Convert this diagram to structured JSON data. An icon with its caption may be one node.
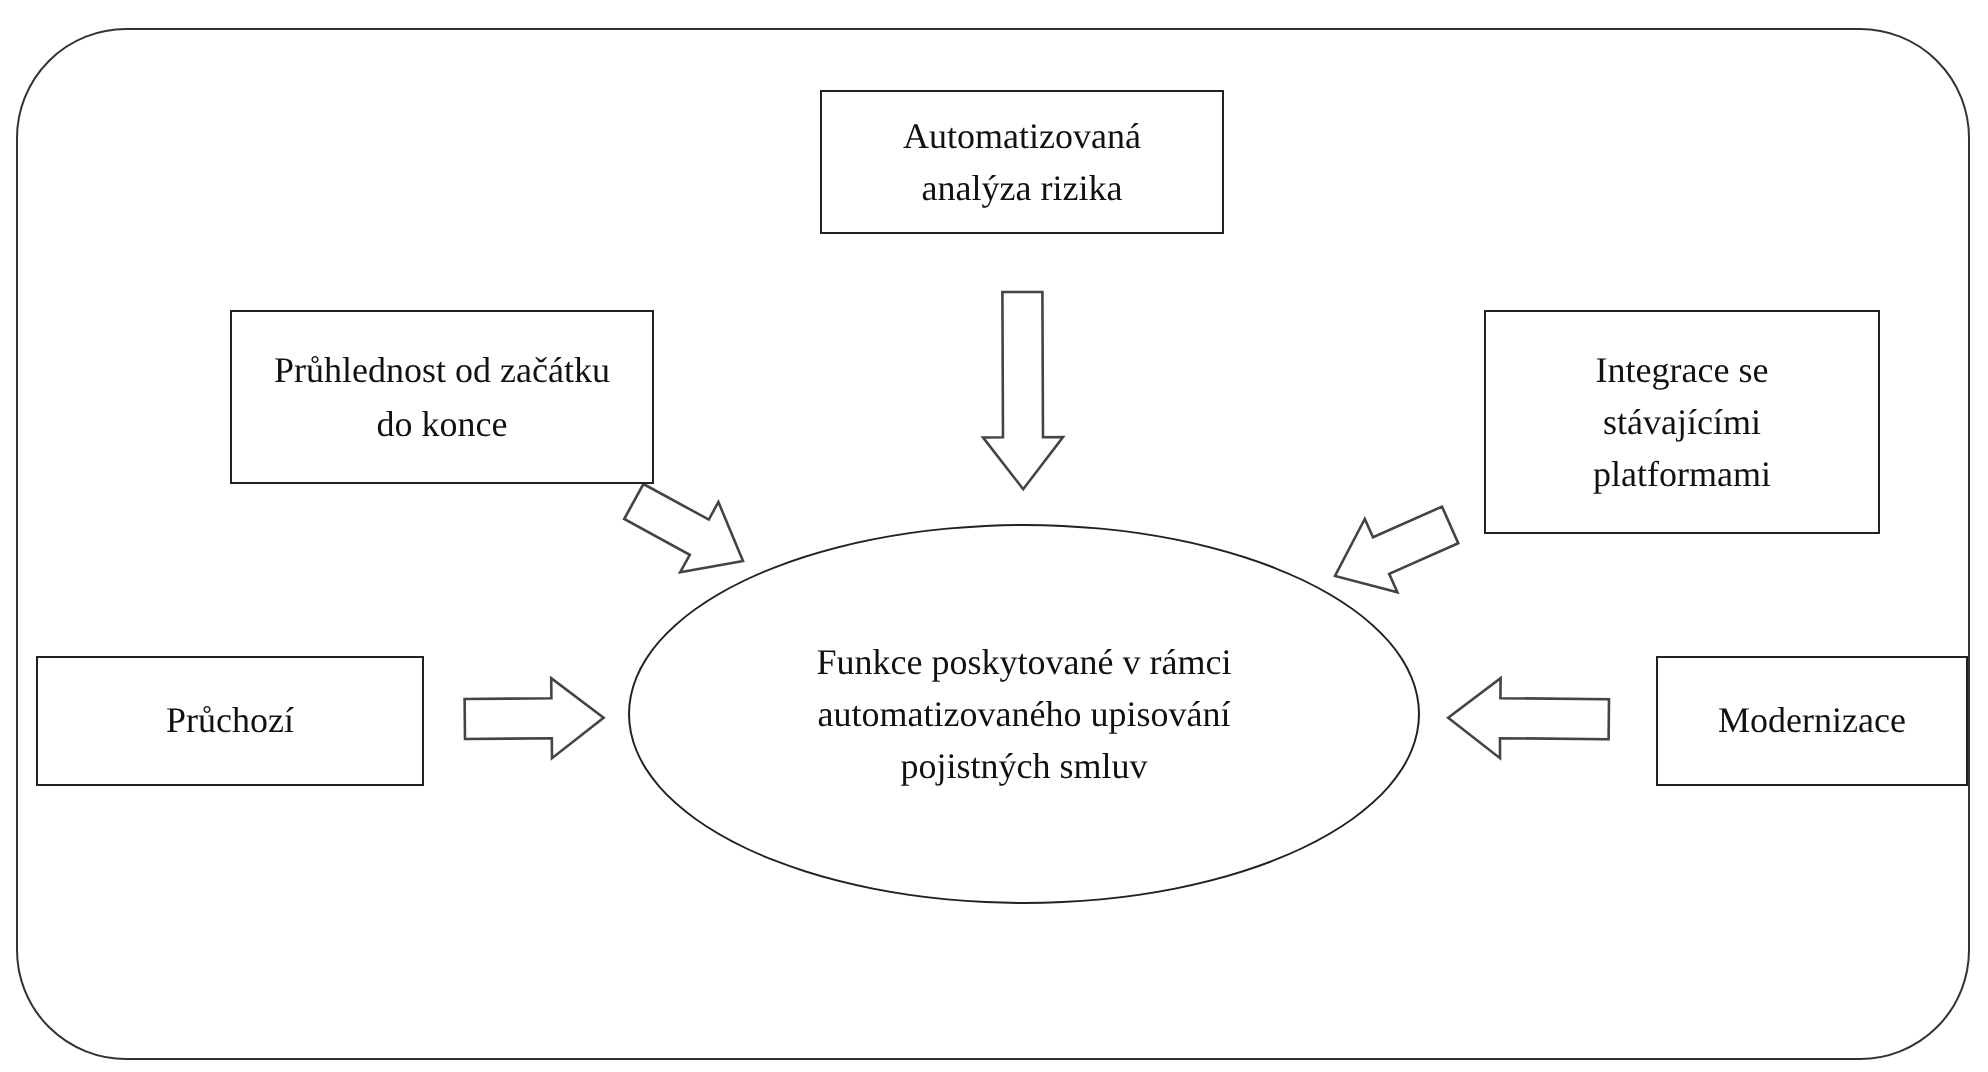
{
  "diagram": {
    "nodes": [
      {
        "text": [
          "Automatizovaná analýza rizika"
        ]
      },
      {
        "text": [
          "Průhlednost od začátku do konce"
        ]
      },
      {
        "text": [
          "Integrace se stávajícími platformami"
        ]
      },
      {
        "text": [
          "Funkce poskytované v rámci automatizovaného upisování pojistných smluv"
        ]
      },
      {
        "text": [
          "Průchozí"
        ]
      },
      {
        "text": [
          "Modernizace"
        ]
      }
    ],
    "edges": [
      {
        "from": 0,
        "to": 3,
        "arrow": "to"
      },
      {
        "from": 1,
        "to": 3,
        "arrow": "to"
      },
      {
        "from": 2,
        "to": 3,
        "arrow": "to"
      },
      {
        "from": 4,
        "to": 3,
        "arrow": "to"
      },
      {
        "from": 5,
        "to": 3,
        "arrow": "to"
      }
    ]
  }
}
